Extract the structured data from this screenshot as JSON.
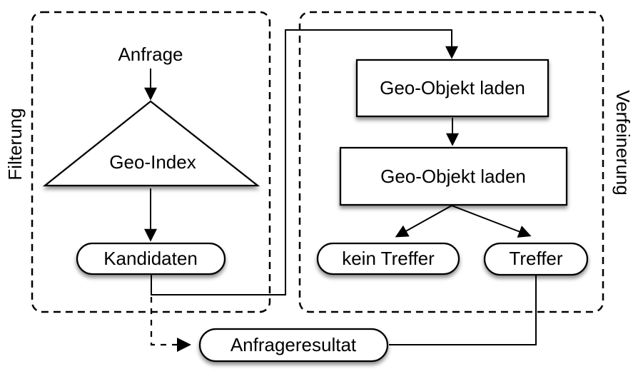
{
  "diagram": {
    "type": "flowchart",
    "colors": {
      "background": "#ffffff",
      "stroke": "#000000",
      "shape_fill": "#ffffff",
      "text": "#000000"
    },
    "groups": {
      "filterung": {
        "label": "Filterung"
      },
      "verfeinerung": {
        "label": "Verfeinerung"
      }
    },
    "nodes": {
      "anfrage": {
        "label": "Anfrage",
        "shape": "plain-text"
      },
      "geo_index": {
        "label": "Geo-Index",
        "shape": "triangle"
      },
      "kandidaten": {
        "label": "Kandidaten",
        "shape": "stadium"
      },
      "geo_objekt_laden_1": {
        "label": "Geo-Objekt laden",
        "shape": "rectangle"
      },
      "geo_objekt_laden_2": {
        "label": "Geo-Objekt laden",
        "shape": "rectangle"
      },
      "kein_treffer": {
        "label": "kein Treffer",
        "shape": "stadium"
      },
      "treffer": {
        "label": "Treffer",
        "shape": "stadium"
      },
      "anfrageresultat": {
        "label": "Anfrageresultat",
        "shape": "stadium"
      }
    },
    "edges": [
      {
        "from": "anfrage",
        "to": "geo_index",
        "style": "solid-arrow"
      },
      {
        "from": "geo_index",
        "to": "kandidaten",
        "style": "solid-arrow"
      },
      {
        "from": "kandidaten",
        "to": "geo_objekt_laden_1",
        "style": "solid-arrow-routed"
      },
      {
        "from": "geo_objekt_laden_1",
        "to": "geo_objekt_laden_2",
        "style": "solid-arrow"
      },
      {
        "from": "geo_objekt_laden_2",
        "to": "kein_treffer",
        "style": "solid-arrow"
      },
      {
        "from": "geo_objekt_laden_2",
        "to": "treffer",
        "style": "solid-arrow"
      },
      {
        "from": "kandidaten",
        "to": "anfrageresultat",
        "style": "dashed-arrow"
      },
      {
        "from": "treffer",
        "to": "anfrageresultat",
        "style": "solid-line"
      }
    ]
  }
}
